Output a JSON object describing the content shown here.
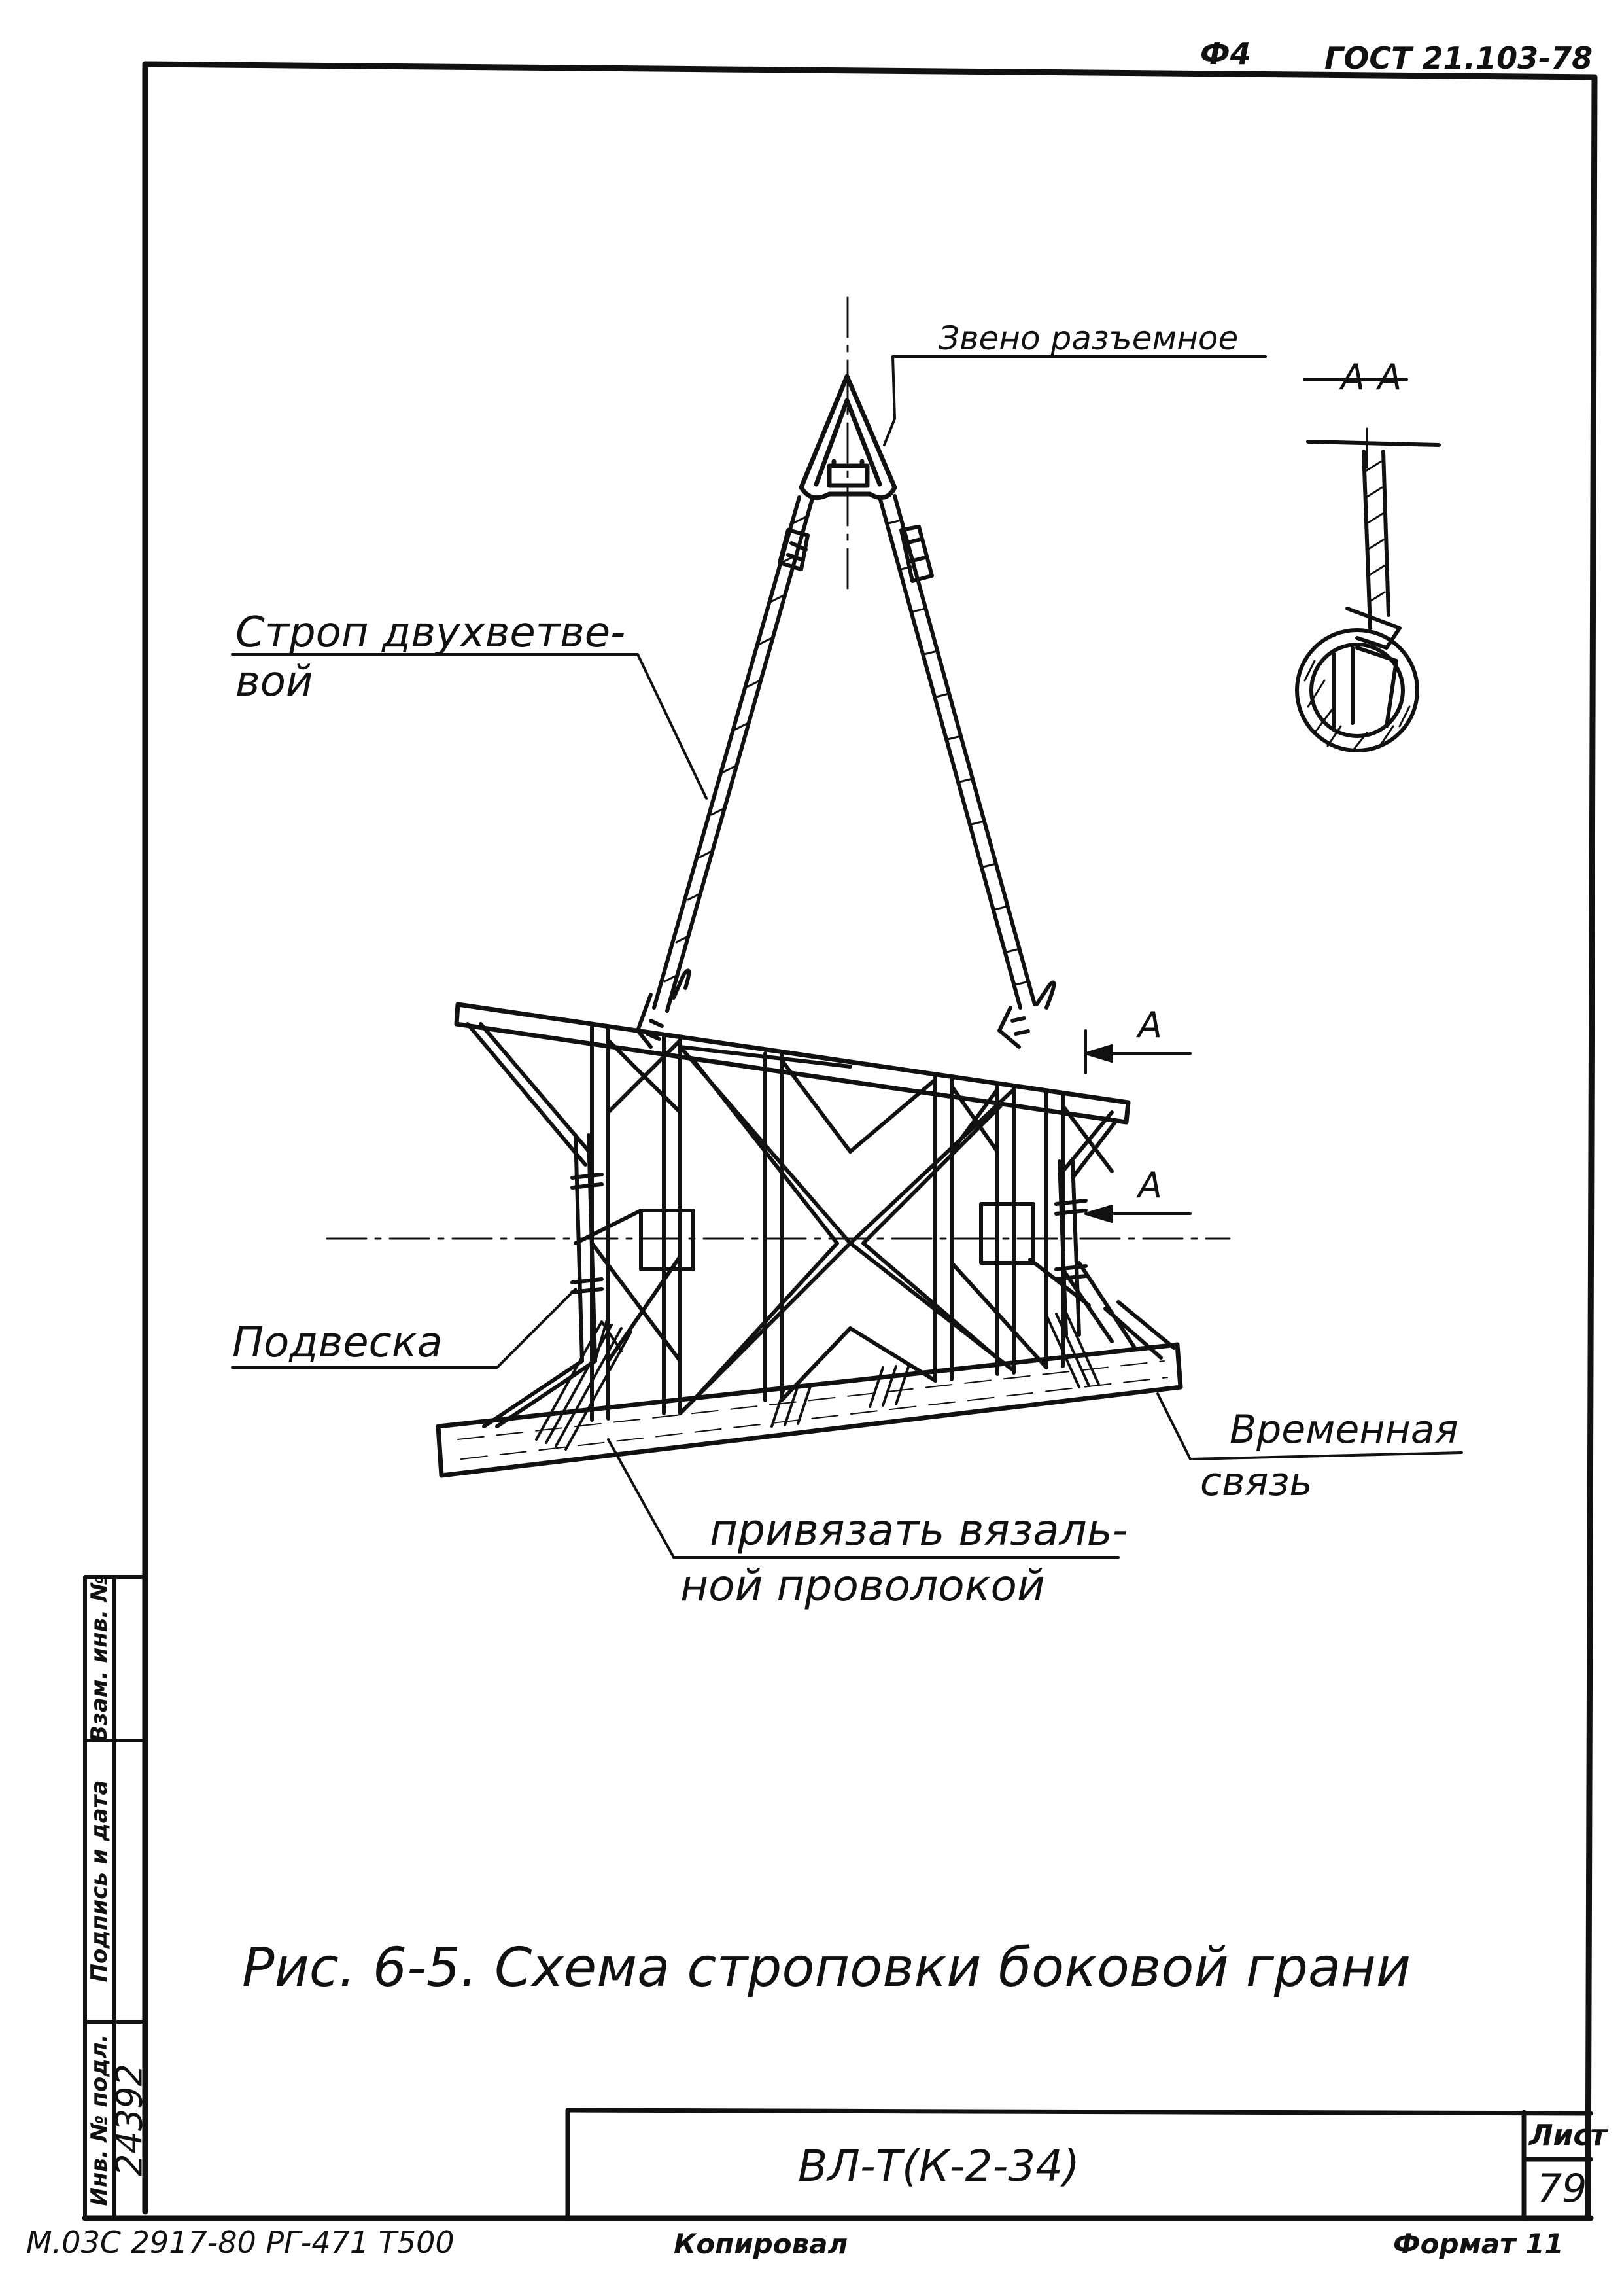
{
  "header": {
    "sheet_code": "Ф4",
    "standard": "ГОСТ 21.103-78"
  },
  "labels": {
    "link": "Звено разъемное",
    "sling_line1": "Строп двухветве-",
    "sling_line2": "вой",
    "hanger": "Подвеска",
    "temp_tie_line1": "Временная",
    "temp_tie_line2": "связь",
    "tie_wire_line1": "привязать вязаль-",
    "tie_wire_line2": "ной проволокой",
    "section_title": "А-А",
    "section_mark_upper": "А",
    "section_mark_lower": "А"
  },
  "caption": "Рис. 6-5. Схема строповки боковой грани",
  "side_stamp": {
    "cells": [
      "Взам. инв. №",
      "Подпись и дата",
      "Инв. № подл."
    ],
    "inv_number": "24392"
  },
  "title_block": {
    "designation": "ВЛ-Т(К-2-34)",
    "sheet_label": "Лист",
    "sheet_number": "79"
  },
  "footer": {
    "order_info": "М.03С 2917-80 РГ-471 Т500",
    "copied": "Копировал",
    "format": "Формат 11"
  }
}
